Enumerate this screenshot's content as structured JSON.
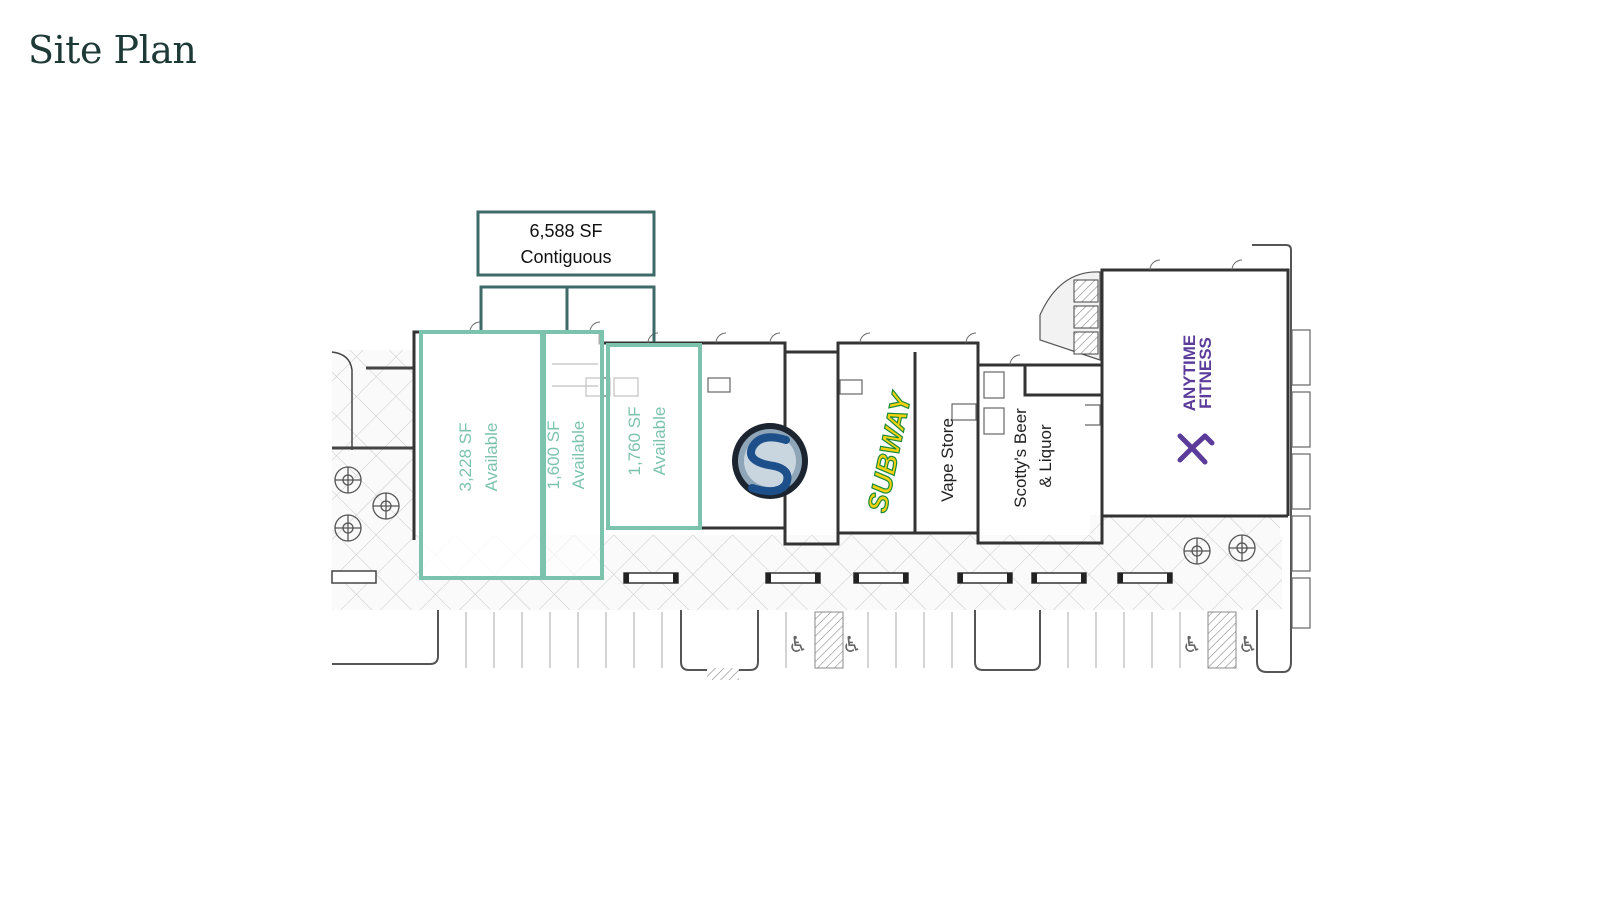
{
  "page": {
    "title": "Site Plan"
  },
  "colors": {
    "title": "#1e3a36",
    "available": "#7cc3ae",
    "contiguous": "#3e6b67",
    "tenant_text": "#222222",
    "subway_yellow": "#f5d10f",
    "subway_green": "#1a8a3a",
    "fitness_purple": "#5b3c9a"
  },
  "callout": {
    "line1": "6,588 SF",
    "line2": "Contiguous"
  },
  "spaces": [
    {
      "size": "3,228 SF",
      "status": "Available"
    },
    {
      "size": "1,600 SF",
      "status": "Available"
    },
    {
      "size": "1,760 SF",
      "status": "Available"
    }
  ],
  "tenants": {
    "martial_arts_logo_icon": "s-emblem-icon",
    "subway": "SUBWAY",
    "vape_store": "Vape Store",
    "scottys_line1": "Scotty's Beer",
    "scottys_line2": "& Liquor",
    "fitness_line1": "ANYTIME",
    "fitness_line2": "FITNESS"
  }
}
